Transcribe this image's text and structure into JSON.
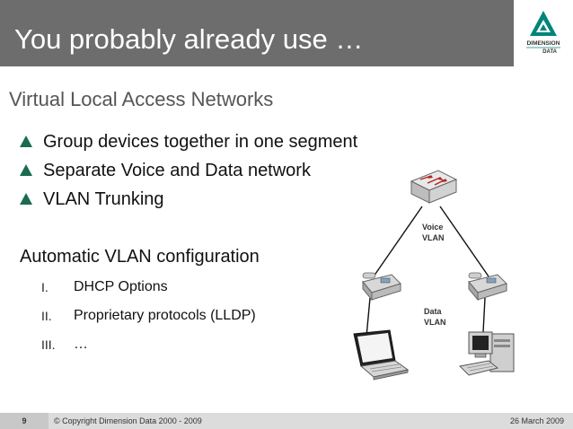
{
  "slide": {
    "title": "You probably already use …",
    "subtitle": "Virtual Local Access Networks",
    "bullets": [
      "Group devices together in one segment",
      "Separate Voice and Data network",
      "VLAN Trunking"
    ],
    "auto_heading": "Automatic VLAN configuration",
    "numbered": [
      {
        "label": "I.",
        "text": "DHCP Options"
      },
      {
        "label": "II.",
        "text": "Proprietary protocols (LLDP)"
      },
      {
        "label": "III.",
        "text": "…"
      }
    ]
  },
  "logo": {
    "line1": "DIMENSION",
    "line2": "DATA",
    "color": "#00857a"
  },
  "diagram": {
    "voice_label_1": "Voice",
    "voice_label_2": "VLAN",
    "data_label_1": "Data",
    "data_label_2": "VLAN",
    "icons": [
      "switch-icon",
      "ip-phone-icon",
      "laptop-icon",
      "desktop-computer-icon"
    ]
  },
  "footer": {
    "page_number": "9",
    "copyright": "© Copyright Dimension Data 2000 - 2009",
    "date": "26 March 2009"
  },
  "colors": {
    "title_bar": "#6d6d6d",
    "bullet_triangle": "#1a6b52",
    "footer_bg": "#dcdcdc"
  }
}
